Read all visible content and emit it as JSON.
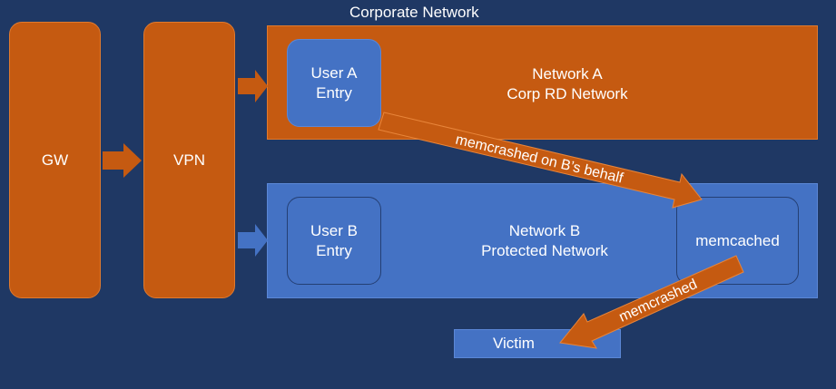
{
  "title": "Corporate Network",
  "gw": "GW",
  "vpn": "VPN",
  "network_a": {
    "line1": "Network A",
    "line2": "Corp RD Network"
  },
  "user_a": {
    "line1": "User A",
    "line2": "Entry"
  },
  "network_b": {
    "line1": "Network B",
    "line2": "Protected Network"
  },
  "user_b": {
    "line1": "User B",
    "line2": "Entry"
  },
  "memcached": "memcached",
  "victim": "Victim",
  "arrow_ab_label": "memcrashed on B’s behalf",
  "arrow_victim_label": "memcrashed",
  "colors": {
    "background": "#1f3864",
    "orange": "#c55a11",
    "blue": "#4472c4"
  }
}
